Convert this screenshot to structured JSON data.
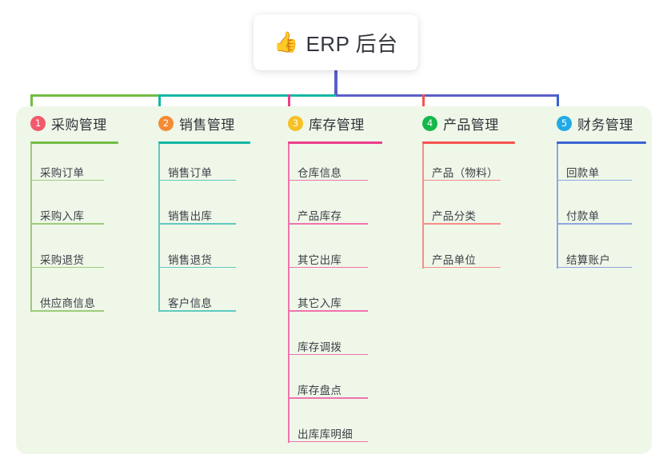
{
  "root": {
    "icon": "thumbs-up-icon",
    "emoji": "👍",
    "title": "ERP 后台"
  },
  "theme": {
    "page_bg": "#ffffff",
    "card_bg": "#eff7e9",
    "root_drop": "#5b5fc7",
    "bus": "#5b5fc7"
  },
  "columns": [
    {
      "number": "1",
      "title": "采购管理",
      "badge_color": "#f2596b",
      "line_color": "#72bd44",
      "leaf_line_color": "#9ecb7b",
      "stub_color": "#72bd44",
      "items": [
        {
          "label": "采购订单"
        },
        {
          "label": "采购入库"
        },
        {
          "label": "采购退货"
        },
        {
          "label": "供应商信息"
        }
      ]
    },
    {
      "number": "2",
      "title": "销售管理",
      "badge_color": "#f58a35",
      "line_color": "#12b8a4",
      "leaf_line_color": "#5fc9be",
      "stub_color": "#12b8a4",
      "items": [
        {
          "label": "销售订单"
        },
        {
          "label": "销售出库"
        },
        {
          "label": "销售退货"
        },
        {
          "label": "客户信息"
        }
      ]
    },
    {
      "number": "3",
      "title": "库存管理",
      "badge_color": "#f5c125",
      "line_color": "#ec3d8a",
      "leaf_line_color": "#ef74ad",
      "stub_color": "#ec3d8a",
      "items": [
        {
          "label": "仓库信息"
        },
        {
          "label": "产品库存"
        },
        {
          "label": "其它出库"
        },
        {
          "label": "其它入库"
        },
        {
          "label": "库存调拨"
        },
        {
          "label": "库存盘点"
        },
        {
          "label": "出库库明细"
        }
      ]
    },
    {
      "number": "4",
      "title": "产品管理",
      "badge_color": "#15b84a",
      "line_color": "#f6534f",
      "leaf_line_color": "#f68d88",
      "stub_color": "#f6534f",
      "items": [
        {
          "label": "产品（物料）"
        },
        {
          "label": "产品分类"
        },
        {
          "label": "产品单位"
        }
      ]
    },
    {
      "number": "5",
      "title": "财务管理",
      "badge_color": "#22aae6",
      "line_color": "#3a62d4",
      "leaf_line_color": "#8fa6e0",
      "stub_color": "#3a62d4",
      "items": [
        {
          "label": "回款单"
        },
        {
          "label": "付款单"
        },
        {
          "label": "结算账户"
        }
      ]
    }
  ]
}
